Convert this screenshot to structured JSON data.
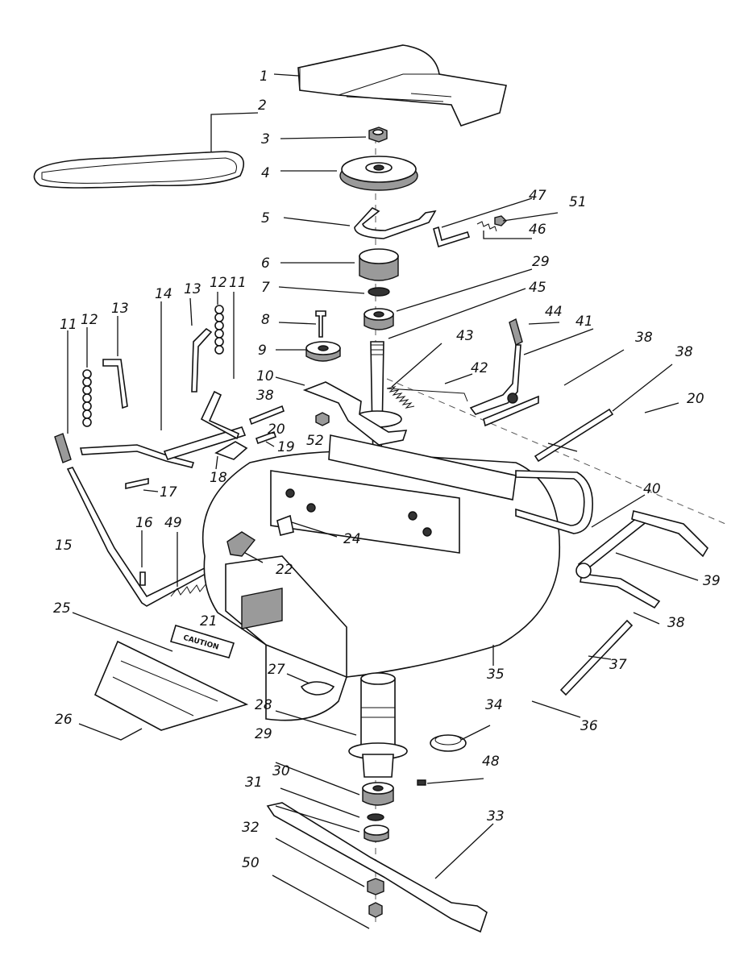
{
  "caution_decal": "CAUTION",
  "callouts": [
    {
      "id": "c1",
      "text": "1"
    },
    {
      "id": "c2",
      "text": "2"
    },
    {
      "id": "c3",
      "text": "3"
    },
    {
      "id": "c4",
      "text": "4"
    },
    {
      "id": "c5",
      "text": "5"
    },
    {
      "id": "c6",
      "text": "6"
    },
    {
      "id": "c7",
      "text": "7"
    },
    {
      "id": "c8",
      "text": "8"
    },
    {
      "id": "c9",
      "text": "9"
    },
    {
      "id": "c10",
      "text": "10"
    },
    {
      "id": "c11a",
      "text": "11"
    },
    {
      "id": "c11b",
      "text": "11"
    },
    {
      "id": "c12a",
      "text": "12"
    },
    {
      "id": "c12b",
      "text": "12"
    },
    {
      "id": "c13a",
      "text": "13"
    },
    {
      "id": "c13b",
      "text": "13"
    },
    {
      "id": "c14",
      "text": "14"
    },
    {
      "id": "c15",
      "text": "15"
    },
    {
      "id": "c16",
      "text": "16"
    },
    {
      "id": "c17",
      "text": "17"
    },
    {
      "id": "c18",
      "text": "18"
    },
    {
      "id": "c19",
      "text": "19"
    },
    {
      "id": "c20a",
      "text": "20"
    },
    {
      "id": "c20b",
      "text": "20"
    },
    {
      "id": "c21",
      "text": "21"
    },
    {
      "id": "c22",
      "text": "22"
    },
    {
      "id": "c24",
      "text": "24"
    },
    {
      "id": "c25",
      "text": "25"
    },
    {
      "id": "c26",
      "text": "26"
    },
    {
      "id": "c27",
      "text": "27"
    },
    {
      "id": "c28",
      "text": "28"
    },
    {
      "id": "c29a",
      "text": "29"
    },
    {
      "id": "c29b",
      "text": "29"
    },
    {
      "id": "c30",
      "text": "30"
    },
    {
      "id": "c31",
      "text": "31"
    },
    {
      "id": "c32",
      "text": "32"
    },
    {
      "id": "c33",
      "text": "33"
    },
    {
      "id": "c34",
      "text": "34"
    },
    {
      "id": "c35",
      "text": "35"
    },
    {
      "id": "c36",
      "text": "36"
    },
    {
      "id": "c37",
      "text": "37"
    },
    {
      "id": "c38a",
      "text": "38"
    },
    {
      "id": "c38b",
      "text": "38"
    },
    {
      "id": "c38c",
      "text": "38"
    },
    {
      "id": "c38d",
      "text": "38"
    },
    {
      "id": "c39",
      "text": "39"
    },
    {
      "id": "c40",
      "text": "40"
    },
    {
      "id": "c41",
      "text": "41"
    },
    {
      "id": "c42",
      "text": "42"
    },
    {
      "id": "c43",
      "text": "43"
    },
    {
      "id": "c44",
      "text": "44"
    },
    {
      "id": "c45",
      "text": "45"
    },
    {
      "id": "c46",
      "text": "46"
    },
    {
      "id": "c47",
      "text": "47"
    },
    {
      "id": "c48",
      "text": "48"
    },
    {
      "id": "c49",
      "text": "49"
    },
    {
      "id": "c50",
      "text": "50"
    },
    {
      "id": "c51",
      "text": "51"
    },
    {
      "id": "c52",
      "text": "52"
    }
  ]
}
